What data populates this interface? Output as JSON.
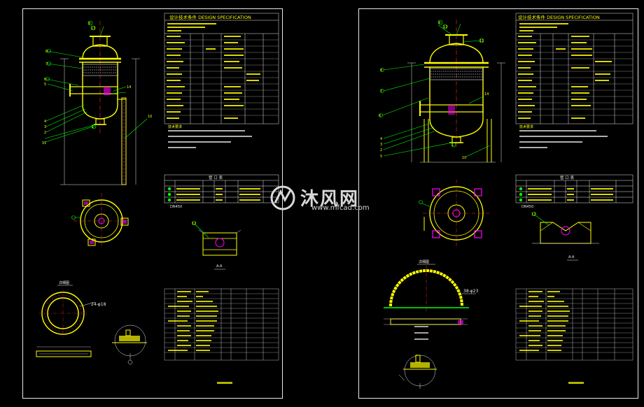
{
  "sheets": [
    {
      "spec_title": "设计技术条件 DESIGN SPECIFICATION",
      "notes_heading": "技术要求",
      "nozzle_table_title": "管 口 表",
      "section_label": "A-A",
      "detail_label": "详细图",
      "bolt_label": "24-φ18",
      "dn_label": "DN450",
      "part_labels": [
        "1",
        "2",
        "3",
        "4",
        "5",
        "6",
        "7",
        "8",
        "9",
        "10",
        "11",
        "12",
        "13",
        "14"
      ]
    },
    {
      "spec_title": "设计技术条件 DESIGN SPECIFICATION",
      "notes_heading": "技术要求",
      "nozzle_table_title": "管 口 表",
      "section_label": "A-A",
      "detail_label": "详细图",
      "bolt_label": "38-φ23",
      "dn_label": "DN450",
      "part_labels": [
        "1",
        "2",
        "3",
        "4",
        "5",
        "6",
        "7",
        "8",
        "9",
        "10",
        "11",
        "12",
        "13",
        "14"
      ]
    }
  ],
  "watermark": {
    "brand": "沐风网",
    "url": "www.mfcad.com"
  },
  "colors": {
    "line": "#e8e8e8",
    "vessel": "#ffff00",
    "leader": "#00ff00",
    "nozzle": "#ff00ff",
    "center": "#ff3030",
    "dim": "#00e5e5"
  }
}
